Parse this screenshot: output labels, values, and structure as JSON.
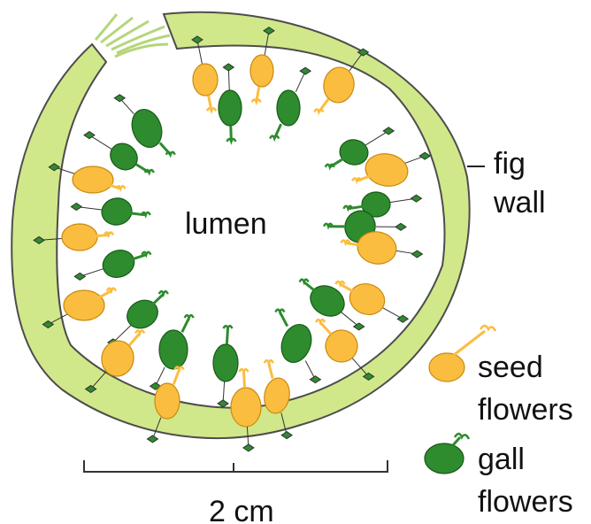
{
  "labels": {
    "lumen": "lumen",
    "fig": "fig",
    "wall": "wall",
    "seed": "seed",
    "seed_flowers": "flowers",
    "gall": "gall",
    "gall_flowers": "flowers",
    "scale": "2 cm"
  },
  "colors": {
    "wall_fill": "#d1e88a",
    "wall_stroke": "#4d4d4d",
    "seed_fill": "#fbbd3f",
    "seed_stroke": "#c98a10",
    "gall_fill": "#2e8b2e",
    "gall_stroke": "#175a17",
    "stalk_lines": "#333333"
  }
}
